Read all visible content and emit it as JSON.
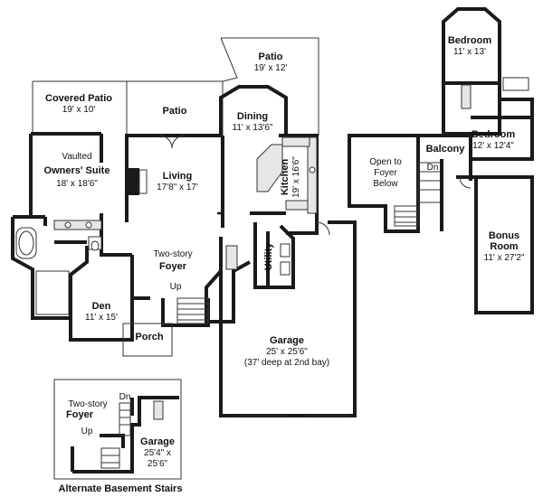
{
  "rooms": {
    "covered_patio": {
      "name": "Covered Patio",
      "dims": "19' x 10'"
    },
    "patio_center": {
      "name": "Patio"
    },
    "patio_top": {
      "name": "Patio",
      "dims": "19' x 12'"
    },
    "dining": {
      "name": "Dining",
      "dims": "11' x 13'6\""
    },
    "kitchen": {
      "name": "Kitchen",
      "dims": "19' x 16'6\""
    },
    "owners_suite": {
      "line1": "Vaulted",
      "name": "Owners' Suite",
      "dims": "18' x 18'6\""
    },
    "living": {
      "name": "Living",
      "dims": "17'8\" x 17'"
    },
    "foyer": {
      "line1": "Two-story",
      "name": "Foyer"
    },
    "den": {
      "name": "Den",
      "dims": "11' x 15'"
    },
    "porch": {
      "name": "Porch"
    },
    "utility": {
      "name": "Utility"
    },
    "garage": {
      "name": "Garage",
      "dims": "25' x 25'6\"",
      "note": "(37' deep at 2nd bay)"
    },
    "bedroom_top": {
      "name": "Bedroom",
      "dims": "11' x 13'"
    },
    "bedroom_mid": {
      "name": "Bedroom",
      "dims": "12' x 12'4\""
    },
    "open_to_foyer": {
      "line1": "Open to",
      "line2": "Foyer",
      "line3": "Below"
    },
    "balcony": {
      "name": "Balcony"
    },
    "bonus_room": {
      "line1": "Bonus",
      "line2": "Room",
      "dims": "11' x 27'2\""
    }
  },
  "stairs": {
    "main_up": "Up",
    "balcony_down": "Dn"
  },
  "inset": {
    "foyer_line1": "Two-story",
    "foyer_name": "Foyer",
    "down": "Dn",
    "up": "Up",
    "garage_name": "Garage",
    "garage_dims1": "25'4\" x",
    "garage_dims2": "25'6\"",
    "caption": "Alternate Basement Stairs"
  }
}
